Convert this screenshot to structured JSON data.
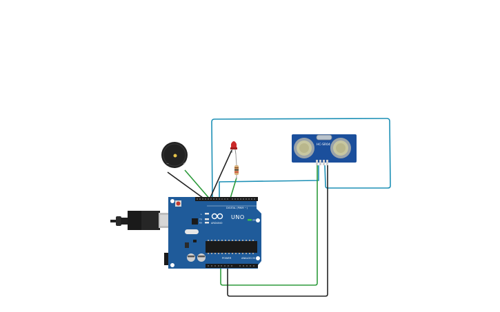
{
  "arduino": {
    "model": "UNO",
    "brand": "ARDUINO",
    "digital_label": "DIGITAL (PWM ~)",
    "power_label": "POWER",
    "analog_label": "ANALOG IN",
    "on_label": "ON",
    "tx_label": "TX",
    "rx_label": "RX",
    "l_label": "L"
  },
  "sensor": {
    "label": "HC-SR04"
  },
  "buzzer": {
    "minus": "−",
    "plus": "+"
  },
  "colors": {
    "board": "#1f5b9a",
    "sensor_board": "#1b4f9c",
    "wire_blue": "#1b8fb5",
    "wire_green": "#2c9a3a",
    "wire_black": "#222222",
    "led": "#cc2a2a"
  }
}
